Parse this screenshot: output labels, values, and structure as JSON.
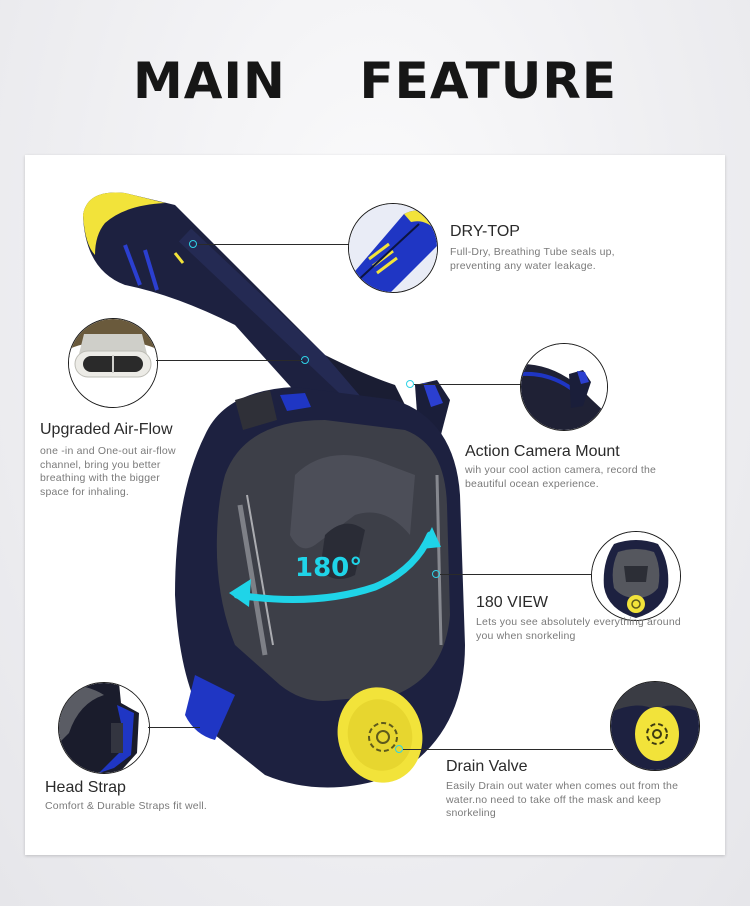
{
  "page": {
    "title": "MAIN    FEATURE"
  },
  "colors": {
    "mask_navy": "#1d2140",
    "mask_blue": "#1f36c4",
    "accent_yellow": "#f2e33a",
    "arrow_cyan": "#1fd4e8",
    "lens_grey": "#3d3f48"
  },
  "overlay": {
    "view_angle_label": "180°"
  },
  "features": [
    {
      "id": "dry-top",
      "title": "DRY-TOP",
      "description": "Full-Dry, Breathing Tube seals up, preventing any water leakage."
    },
    {
      "id": "air-flow",
      "title": "Upgraded Air-Flow",
      "description": "one -in and One-out air-flow channel, bring you better breathing with the bigger space for inhaling."
    },
    {
      "id": "camera-mount",
      "title": "Action Camera Mount",
      "description": "wih your cool action camera, record the beautiful ocean experience."
    },
    {
      "id": "view-180",
      "title": "180 VIEW",
      "description": "Lets you see absolutely everything around you when snorkeling"
    },
    {
      "id": "head-strap",
      "title": "Head Strap",
      "description": "Comfort & Durable Straps fit well."
    },
    {
      "id": "drain-valve",
      "title": "Drain Valve",
      "description": "Easily Drain out water when comes out from the water.no need to take off the mask and keep snorkeling"
    }
  ]
}
